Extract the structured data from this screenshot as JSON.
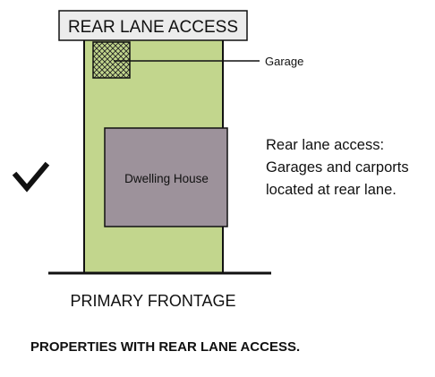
{
  "lane_label": "REAR LANE ACCESS",
  "garage_label": "Garage",
  "house_label": "Dwelling House",
  "note_lines": [
    "Rear lane access:",
    "Garages and carports",
    "located at rear lane."
  ],
  "frontage_label": "PRIMARY FRONTAGE",
  "caption": "PROPERTIES WITH REAR LANE ACCESS.",
  "icons": {
    "approval": "checkmark-icon",
    "garage": "garage-hatch-icon"
  },
  "colors": {
    "lot_fill": "#c2d68d",
    "house_fill": "#9d929b",
    "lane_fill": "#ececec",
    "line": "#111111",
    "text": "#111111"
  }
}
